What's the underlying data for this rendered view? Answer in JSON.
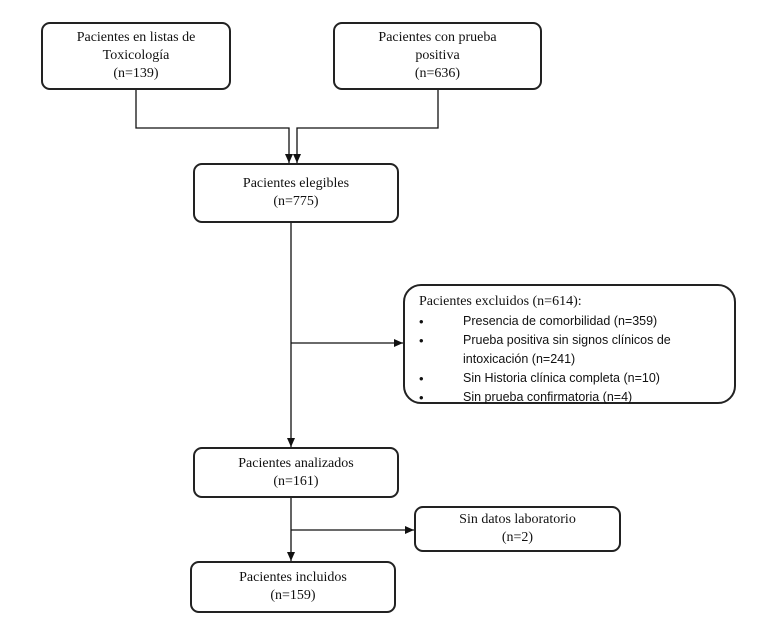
{
  "boxes": {
    "toxicologia": {
      "line1": "Pacientes en listas de",
      "line2": "Toxicología",
      "count": "(n=139)"
    },
    "prueba_positiva": {
      "line1": "Pacientes con prueba",
      "line2": "positiva",
      "count": "(n=636)"
    },
    "elegibles": {
      "line1": "Pacientes elegibles",
      "count": "(n=775)"
    },
    "excluidos": {
      "title": "Pacientes excluidos (n=614):",
      "reasons": [
        "Presencia de comorbilidad (n=359)",
        "Prueba positiva sin signos clínicos de intoxicación (n=241)",
        "Sin Historia clínica completa (n=10)",
        "Sin prueba confirmatoria (n=4)"
      ]
    },
    "analizados": {
      "line1": "Pacientes analizados",
      "count": "(n=161)"
    },
    "sin_datos": {
      "line1": "Sin datos laboratorio",
      "count": "(n=2)"
    },
    "incluidos": {
      "line1": "Pacientes incluidos",
      "count": "(n=159)"
    }
  }
}
